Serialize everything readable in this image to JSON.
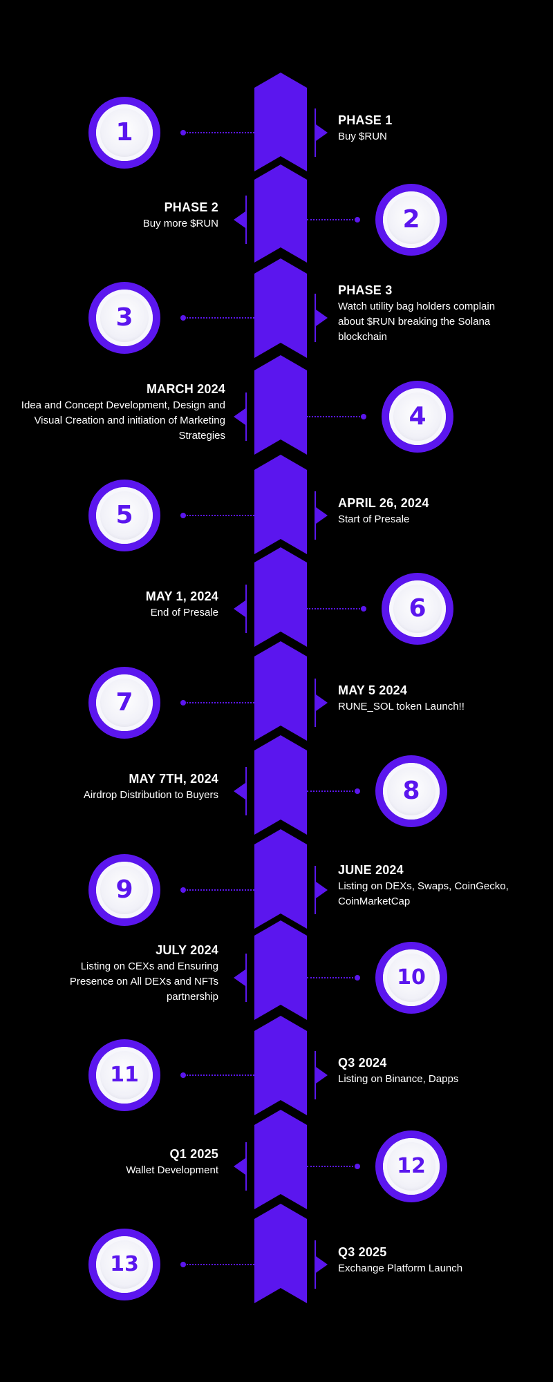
{
  "colors": {
    "background": "#000000",
    "accent": "#5b16ee",
    "circle_face": "#f1f1f8",
    "text": "#ffffff"
  },
  "timeline": [
    {
      "num": "1",
      "title": "PHASE 1",
      "desc": "Buy $RUN",
      "side": "right"
    },
    {
      "num": "2",
      "title": "PHASE 2",
      "desc": "Buy more $RUN",
      "side": "left"
    },
    {
      "num": "3",
      "title": "PHASE 3",
      "desc": "Watch utility bag holders complain about $RUN breaking the Solana blockchain",
      "side": "right"
    },
    {
      "num": "4",
      "title": "MARCH 2024",
      "desc": "Idea and Concept Development, Design and Visual Creation and initiation of Marketing Strategies",
      "side": "left"
    },
    {
      "num": "5",
      "title": "APRIL 26, 2024",
      "desc": "Start of Presale",
      "side": "right"
    },
    {
      "num": "6",
      "title": "MAY 1, 2024",
      "desc": "End of Presale",
      "side": "left"
    },
    {
      "num": "7",
      "title": "MAY 5 2024",
      "desc": "RUNE_SOL token Launch!!",
      "side": "right"
    },
    {
      "num": "8",
      "title": "MAY 7TH, 2024",
      "desc": "Airdrop Distribution to Buyers",
      "side": "left"
    },
    {
      "num": "9",
      "title": "JUNE 2024",
      "desc": "Listing on DEXs, Swaps, CoinGecko, CoinMarketCap",
      "side": "right"
    },
    {
      "num": "10",
      "title": "JULY 2024",
      "desc": "Listing on CEXs and Ensuring Presence on All DEXs and NFTs partnership",
      "side": "left"
    },
    {
      "num": "11",
      "title": "Q3 2024",
      "desc": "Listing on Binance, Dapps",
      "side": "right"
    },
    {
      "num": "12",
      "title": "Q1 2025",
      "desc": "Wallet Development",
      "side": "left"
    },
    {
      "num": "13",
      "title": "Q3 2025",
      "desc": "Exchange Platform Launch",
      "side": "right"
    }
  ]
}
